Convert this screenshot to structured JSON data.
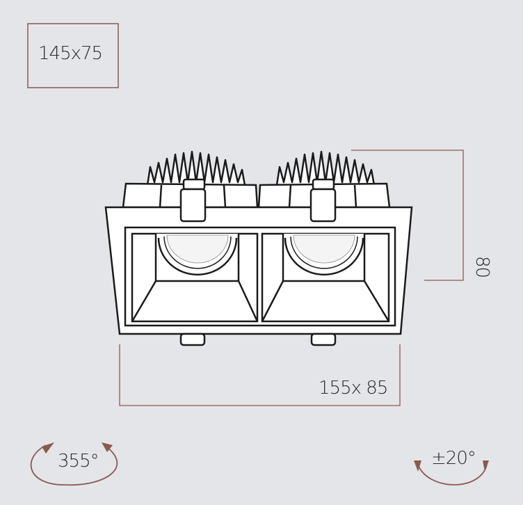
{
  "dimensions": {
    "cutout": "145x75",
    "overall": "155x 85",
    "height": "80"
  },
  "adjustments": {
    "rotation": "355°",
    "tilt": "±20°"
  },
  "colors": {
    "background": "#e4e5e9",
    "accent": "#8a5a50",
    "line": "#1a1a1a"
  }
}
